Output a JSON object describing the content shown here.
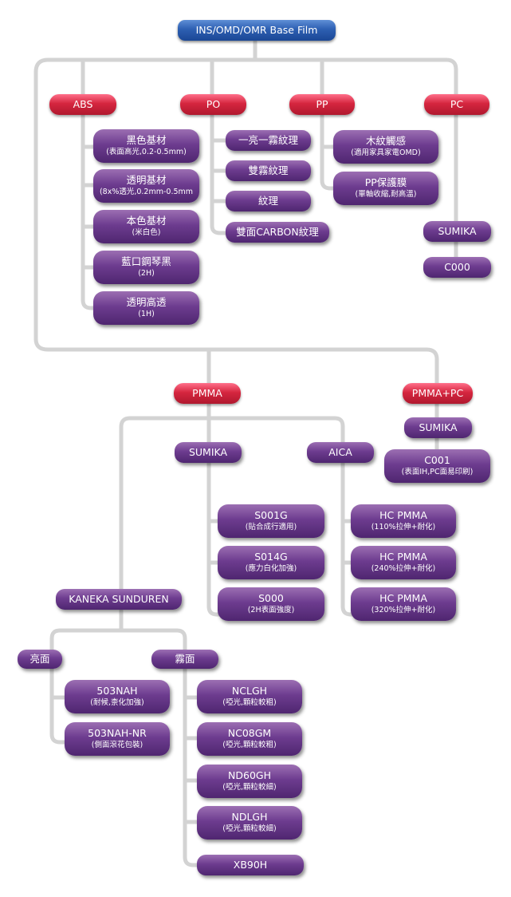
{
  "root": {
    "label": "INS/OMD/OMR Base Film"
  },
  "categories": {
    "abs": "ABS",
    "po": "PO",
    "pp": "PP",
    "pc": "PC",
    "pmma": "PMMA",
    "pmma_pc": "PMMA+PC"
  },
  "abs_items": [
    {
      "label": "黑色基材",
      "sub": "(表面高光,0.2-0.5mm)"
    },
    {
      "label": "透明基材",
      "sub": "(8x%透光,0.2mm-0.5mm"
    },
    {
      "label": "本色基材",
      "sub": "(米白色)"
    },
    {
      "label": "藍口鋼琴黑",
      "sub": "(2H)"
    },
    {
      "label": "透明高透",
      "sub": "(1H)"
    }
  ],
  "po_items": [
    {
      "label": "一亮一霧紋理"
    },
    {
      "label": "雙霧紋理"
    },
    {
      "label": "紋理"
    },
    {
      "label": "雙面CARBON紋理"
    }
  ],
  "pp_items": [
    {
      "label": "木紋觸感",
      "sub": "(適用家具家電OMD)"
    },
    {
      "label": "PP保護膜",
      "sub": "(單軸收縮,耐高溫)"
    }
  ],
  "pc_items": [
    {
      "label": "SUMIKA"
    },
    {
      "label": "C000"
    }
  ],
  "pmma_pc_items": [
    {
      "label": "SUMIKA"
    },
    {
      "label": "C001",
      "sub": "(表面IH,PC面易印刷)"
    }
  ],
  "pmma_subs": {
    "sumika": "SUMIKA",
    "aica": "AICA",
    "kaneka": "KANEKA SUNDUREN"
  },
  "sumika_items": [
    {
      "label": "S001G",
      "sub": "(貼合成行適用)"
    },
    {
      "label": "S014G",
      "sub": "(應力白化加強)"
    },
    {
      "label": "S000",
      "sub": "(2H表面強度)"
    }
  ],
  "aica_items": [
    {
      "label": "HC PMMA",
      "sub": "(110%拉伸+耐化)"
    },
    {
      "label": "HC PMMA",
      "sub": "(240%拉伸+耐化)"
    },
    {
      "label": "HC PMMA",
      "sub": "(320%拉伸+耐化)"
    }
  ],
  "kaneka_subs": {
    "gloss": "亮面",
    "matte": "霧面"
  },
  "gloss_items": [
    {
      "label": "503NAH",
      "sub": "(耐候,柰化加強)"
    },
    {
      "label": "503NAH-NR",
      "sub": "(側面滾花包裝)"
    }
  ],
  "matte_items": [
    {
      "label": "NCLGH",
      "sub": "(啞光,顆粒較粗)"
    },
    {
      "label": "NC08GM",
      "sub": "(啞光,顆粒較粗)"
    },
    {
      "label": "ND60GH",
      "sub": "(啞光,顆粒較細)"
    },
    {
      "label": "NDLGH",
      "sub": "(啞光,顆粒較細)"
    },
    {
      "label": "XB90H"
    }
  ],
  "colors": {
    "root": "#2d5fb2",
    "category": "#d5263f",
    "item": "#6d3c8f",
    "connector": "#d3d3d3"
  }
}
